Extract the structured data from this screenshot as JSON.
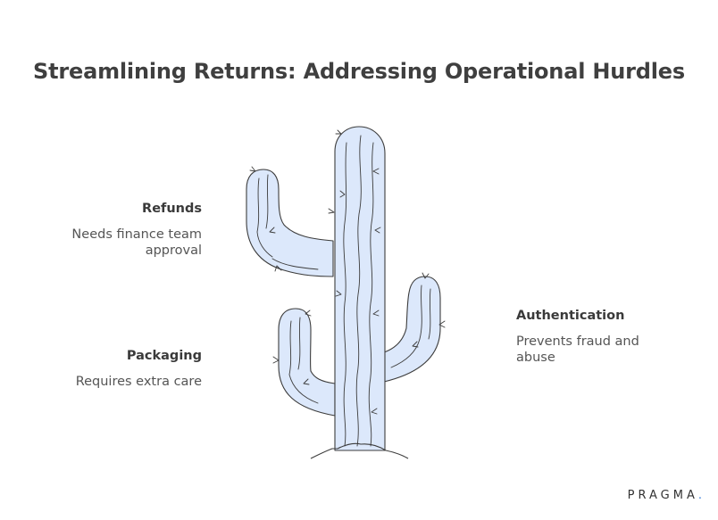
{
  "title": "Streamlining Returns: Addressing Operational Hurdles",
  "items": [
    {
      "heading": "Refunds",
      "description": "Needs finance team approval"
    },
    {
      "heading": "Packaging",
      "description": "Requires extra care"
    },
    {
      "heading": "Authentication",
      "description": "Prevents fraud and abuse"
    }
  ],
  "brand": {
    "name": "PRAGMA",
    "dot": "."
  },
  "colors": {
    "cactus_fill": "#dce8fb",
    "outline": "#3c3c3c",
    "accent": "#3a7bd5"
  },
  "icons": [
    "cactus-illustration"
  ]
}
